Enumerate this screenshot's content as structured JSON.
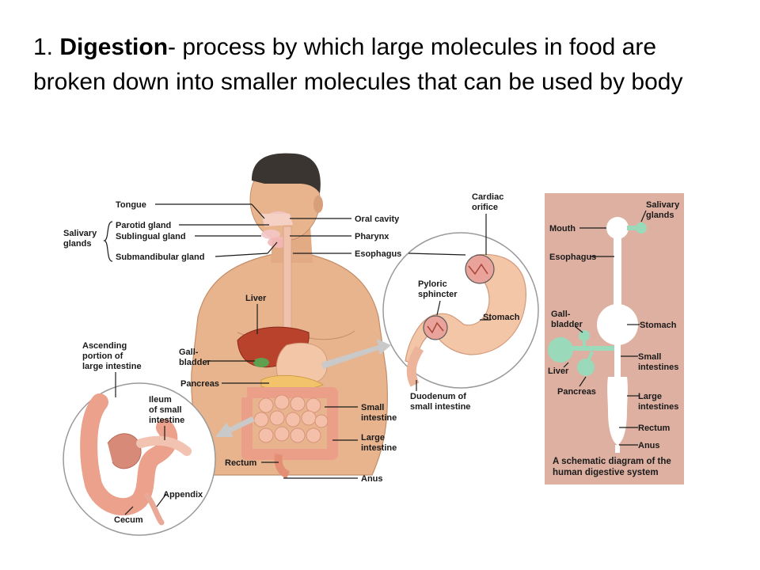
{
  "slide": {
    "number": "1.",
    "term": "Digestion",
    "definition": "- process by which large molecules in food are broken down into smaller molecules that can be used by body"
  },
  "labels": {
    "tongue": "Tongue",
    "salivary_glands": [
      "Salivary",
      "glands"
    ],
    "parotid_gland": "Parotid gland",
    "sublingual_gland": "Sublingual gland",
    "submandibular_gland": "Submandibular gland",
    "oral_cavity": "Oral cavity",
    "pharynx": "Pharynx",
    "esophagus": "Esophagus",
    "liver": "Liver",
    "gallbladder": [
      "Gall-",
      "bladder"
    ],
    "pancreas": "Pancreas",
    "small_intestine": [
      "Small",
      "intestine"
    ],
    "large_intestine": [
      "Large",
      "intestine"
    ],
    "rectum": "Rectum",
    "anus": "Anus",
    "ascending_colon": [
      "Ascending",
      "portion of",
      "large intestine"
    ],
    "ileum": [
      "Ileum",
      "of small",
      "intestine"
    ],
    "appendix": "Appendix",
    "cecum": "Cecum",
    "cardiac_orifice": [
      "Cardiac",
      "orifice"
    ],
    "pyloric_sphincter": [
      "Pyloric",
      "sphincter"
    ],
    "stomach": "Stomach",
    "duodenum": [
      "Duodenum of",
      "small intestine"
    ]
  },
  "schematic": {
    "salivary_glands": [
      "Salivary",
      "glands"
    ],
    "mouth": "Mouth",
    "esophagus": "Esophagus",
    "gallbladder": [
      "Gall-",
      "bladder"
    ],
    "stomach": "Stomach",
    "liver": "Liver",
    "small_intestines": [
      "Small",
      "intestines"
    ],
    "pancreas": "Pancreas",
    "large_intestines": [
      "Large",
      "intestines"
    ],
    "rectum": "Rectum",
    "anus": "Anus",
    "caption": [
      "A schematic diagram of the",
      "human digestive system"
    ]
  },
  "colors": {
    "skin": "#e7b48e",
    "hair": "#3a3530",
    "liver": "#b8422c",
    "stomach": "#f3c6a8",
    "intestine": "#f0b49c",
    "schematic_bg": "#ddb0a1",
    "schematic_accessory": "#9ad9ba"
  }
}
